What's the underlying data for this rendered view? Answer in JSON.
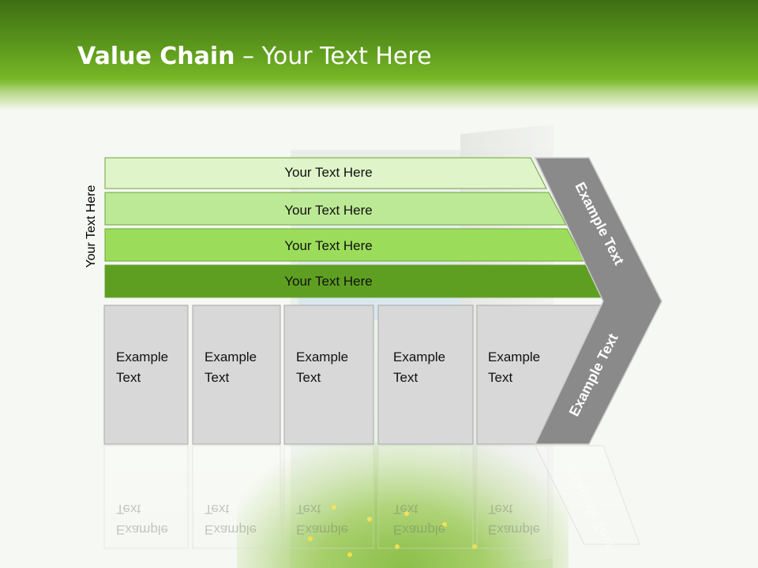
{
  "title": {
    "bold": "Value Chain",
    "rest": " – Your Text Here"
  },
  "side_label": "Your Text Here",
  "bars": [
    {
      "label": "Your Text Here",
      "color": "#dff5c9"
    },
    {
      "label": "Your Text Here",
      "color": "#bce995"
    },
    {
      "label": "Your Text Here",
      "color": "#9bdd5a"
    },
    {
      "label": "Your Text Here",
      "color": "#5e9f22"
    }
  ],
  "boxes": [
    {
      "label": "Example Text"
    },
    {
      "label": "Example Text"
    },
    {
      "label": "Example Text"
    },
    {
      "label": "Example Text"
    },
    {
      "label": "Example Text"
    }
  ],
  "chevron": {
    "upper": "Example Text",
    "lower": "Example Text",
    "color": "#8a8a8a"
  }
}
